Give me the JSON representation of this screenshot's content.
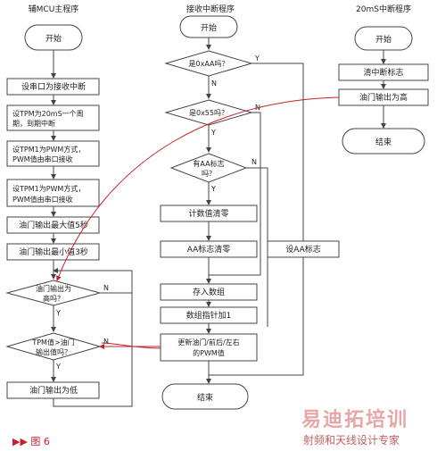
{
  "columns": {
    "main_title": "辅MCU主程序",
    "rx_title": "接收中断程序",
    "timer_title": "20mS中断程序"
  },
  "main": {
    "start": "开始",
    "step1": "设串口为接收中断",
    "step2_l1": "设TPM为20mS一个周",
    "step2_l2": "期，到期中断",
    "step3_l1": "设TPM1为PWM方式，",
    "step3_l2": "PWM值由串口接收",
    "step4_l1": "设TPM1为PWM方式，",
    "step4_l2": "PWM值由串口接收",
    "step5": "油门输出最大值5秒",
    "step6": "油门输出最小值3秒",
    "decision1_l1": "油门输出为",
    "decision1_l2": "高吗？",
    "decision2_l1": "TPM值>油门",
    "decision2_l2": "输出值吗？",
    "step7": "油门输出为低"
  },
  "rx": {
    "start": "开始",
    "decision1": "是0xAA吗？",
    "decision2": "是0x55吗？",
    "decision3_l1": "有AA标志",
    "decision3_l2": "吗？",
    "step1": "计数值清零",
    "step2": "AA标志清零",
    "step3": "存入数组",
    "step4": "数组指针加1",
    "step5_l1": "更新油门/前后/左右",
    "step5_l2": "的PWM值",
    "end": "结束",
    "side": "设AA标志"
  },
  "timer": {
    "start": "开始",
    "step1": "清中断标志",
    "step2": "油门输出为高",
    "end": "结束"
  },
  "labels": {
    "y": "Y",
    "n": "N"
  },
  "figure_caption": "▶▶ 图 6",
  "watermark": {
    "line1": "易迪拓培训",
    "line2": "射频和天线设计专家"
  },
  "colors": {
    "accent": "#c8202a",
    "line": "#444444"
  }
}
